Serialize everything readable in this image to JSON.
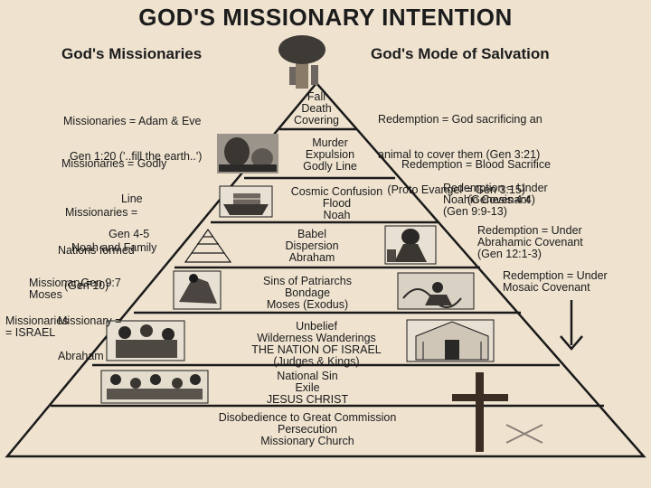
{
  "title": "GOD'S MISSIONARY INTENTION",
  "left_header": "God's Missionaries",
  "right_header": "God's Mode of Salvation",
  "colors": {
    "background": "#efe3d0",
    "lines": "#1a1a1a"
  },
  "levels": [
    {
      "center": [
        "Fall",
        "Death",
        "Covering"
      ],
      "left": [
        "Missionaries = Adam & Eve",
        "  Gen 1:20 ('..fill the earth..')"
      ],
      "right": [
        "Redemption = God sacrificing an",
        "animal to cover them (Gen 3:21)",
        "   (Proto Evangel = Gen 3:15)"
      ],
      "icons": [
        "tree-icon"
      ]
    },
    {
      "center": [
        "Murder",
        "Expulsion",
        "Godly Line"
      ],
      "left": [
        "Missionaries = Godly",
        "                   Line",
        "               Gen 4-5"
      ],
      "right": [
        "Redemption = Blood Sacrifice",
        "                     (Genesis 4:4)"
      ],
      "icons": [
        "cain-abel-icon"
      ]
    },
    {
      "center": [
        "Cosmic Confusion",
        "Flood",
        "Noah"
      ],
      "left": [
        "Missionaries =",
        "  Noah and Family",
        "     Gen 9:7"
      ],
      "right": [
        "Redemption = Under",
        "Noahic Covenant",
        "(Gen 9:9-13)"
      ],
      "icons": [
        "ark-icon"
      ]
    },
    {
      "center": [
        "Babel",
        "Dispersion",
        "Abraham"
      ],
      "left": [
        "Nations formed",
        "  (Gen 10)",
        "Missionary =",
        "Abraham"
      ],
      "right": [
        "Redemption = Under",
        "Abrahamic Covenant",
        "(Gen 12:1-3)"
      ],
      "icons": [
        "tower-icon",
        "patriarch-icon"
      ]
    },
    {
      "center": [
        "Sins of Patriarchs",
        "Bondage",
        "Moses (Exodus)"
      ],
      "left": [
        "Missionary =",
        "Moses"
      ],
      "right": [
        "Redemption = Under",
        "Mosaic Covenant"
      ],
      "icons": [
        "bondage-icon",
        "exodus-icon"
      ]
    },
    {
      "center": [
        "Unbelief",
        "Wilderness Wanderings",
        "THE NATION OF ISRAEL",
        "(Judges & Kings)"
      ],
      "left": [
        "Missionaries",
        "= ISRAEL"
      ],
      "right": [],
      "icons": [
        "israel-people-icon",
        "temple-icon"
      ]
    },
    {
      "center": [
        "National Sin",
        "Exile",
        "JESUS CHRIST"
      ],
      "left": [],
      "right": [],
      "icons": [
        "exile-icon",
        "cross-icon"
      ]
    },
    {
      "center": [
        "Disobedience to Great Commission",
        "Persecution",
        "Missionary Church"
      ],
      "left": [],
      "right": [],
      "icons": []
    }
  ],
  "arrow_icon": "down-arrow-icon"
}
